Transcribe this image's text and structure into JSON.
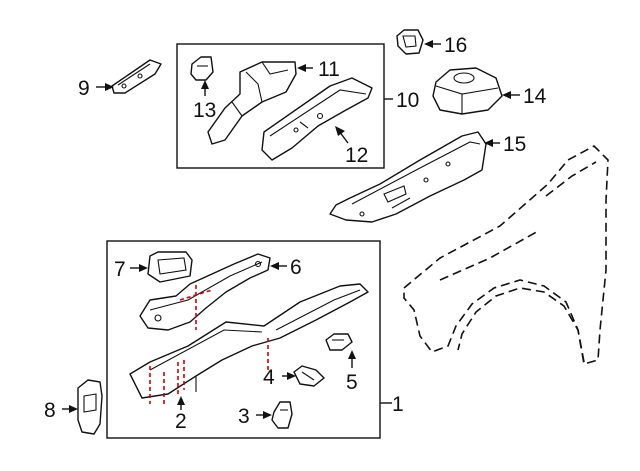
{
  "callouts": {
    "c1": "1",
    "c2": "2",
    "c3": "3",
    "c4": "4",
    "c5": "5",
    "c6": "6",
    "c7": "7",
    "c8": "8",
    "c9": "9",
    "c10": "10",
    "c11": "11",
    "c12": "12",
    "c13": "13",
    "c14": "14",
    "c15": "15",
    "c16": "16"
  },
  "colors": {
    "line": "#111111",
    "weld_marks": "#d00000"
  }
}
